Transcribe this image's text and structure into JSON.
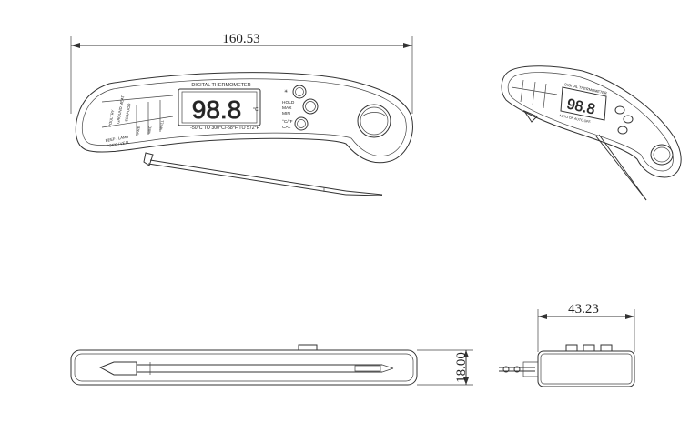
{
  "dimensions": {
    "length": "160.53",
    "width": "43.23",
    "thickness": "18.00"
  },
  "device": {
    "title": "DIGITAL THERMOMETER",
    "display_reading": "98.8",
    "range_text": "-50°C TO 300°C/-58°F TO 572°F",
    "buttons": {
      "hold": "HOLD",
      "max": "MAX",
      "min": "MIN",
      "unit": "°C/°F",
      "cal": "CAL"
    },
    "doneness_labels": [
      "POULTRY",
      "GROUND MEAT",
      "SEAFOOD",
      "BEEF / LAMB",
      "PORK / VEAL"
    ],
    "doneness_levels": [
      "RARE",
      "MED",
      "WELL"
    ]
  },
  "small_view": {
    "title": "DIGITAL THERMOMETER",
    "display_reading": "98.8",
    "range_text": "AUTO ON AUTO OFF"
  }
}
